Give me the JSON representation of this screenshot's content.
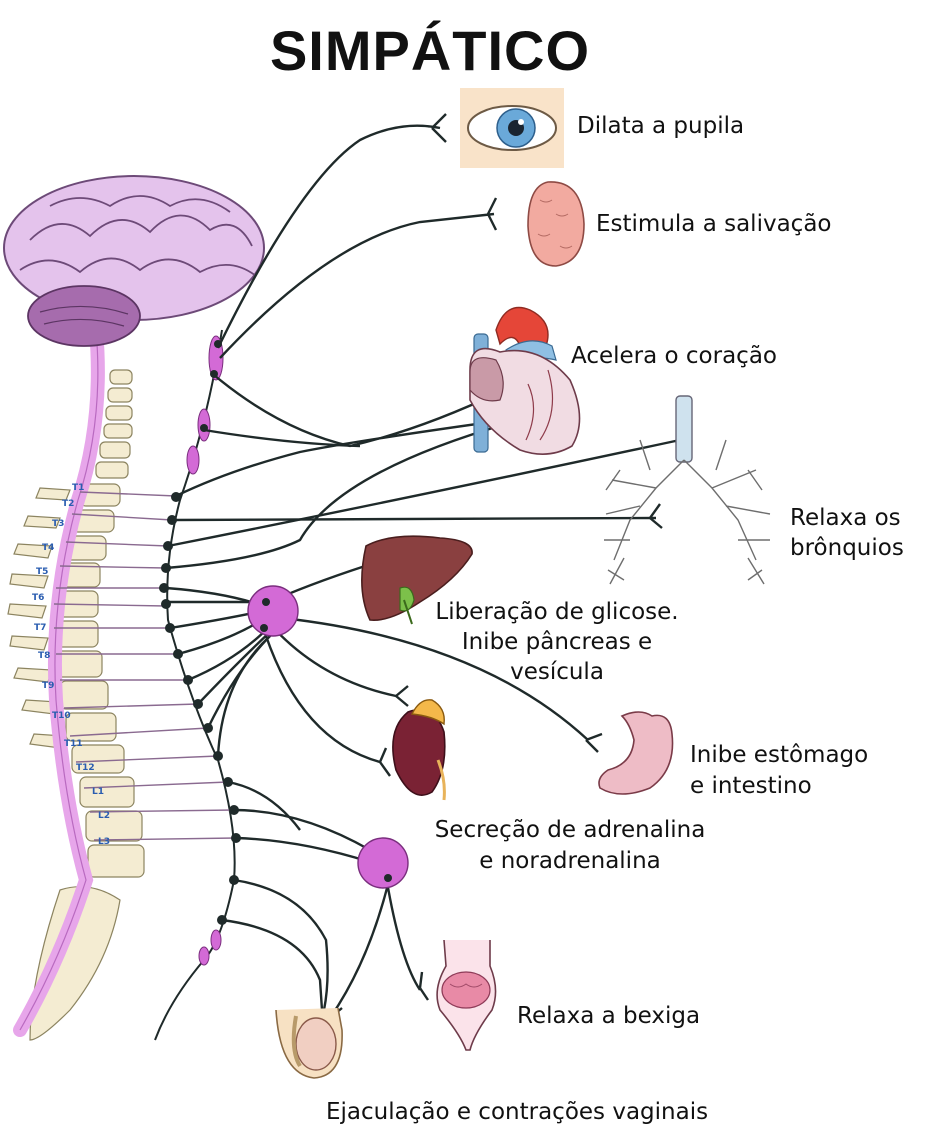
{
  "title": "SIMPÁTICO",
  "vertebra_labels": [
    "T1",
    "T2",
    "T3",
    "T4",
    "T5",
    "T6",
    "T7",
    "T8",
    "T9",
    "T10",
    "T11",
    "T12",
    "L1",
    "L2",
    "L3"
  ],
  "effects": {
    "pupil": "Dilata a pupila",
    "saliva": "Estimula a salivação",
    "heart": "Acelera o coração",
    "bronchi_1": "Relaxa os",
    "bronchi_2": "brônquios",
    "liver_1": "Liberação de glicose.",
    "liver_2": "Inibe pâncreas e",
    "liver_3": "vesícula",
    "stomach_1": "Inibe estômago",
    "stomach_2": "e intestino",
    "adrenal_1": "Secreção de adrenalina",
    "adrenal_2": "e noradrenalina",
    "bladder": "Relaxa a bexiga",
    "genital": "Ejaculação e contrações vaginais"
  },
  "colors": {
    "nerve": "#1f2a2a",
    "ganglion": "#d36ad6",
    "spinal_cord": "#e7a6ea",
    "brain": "#e4c3ec",
    "bone": "#f4ecd2"
  }
}
